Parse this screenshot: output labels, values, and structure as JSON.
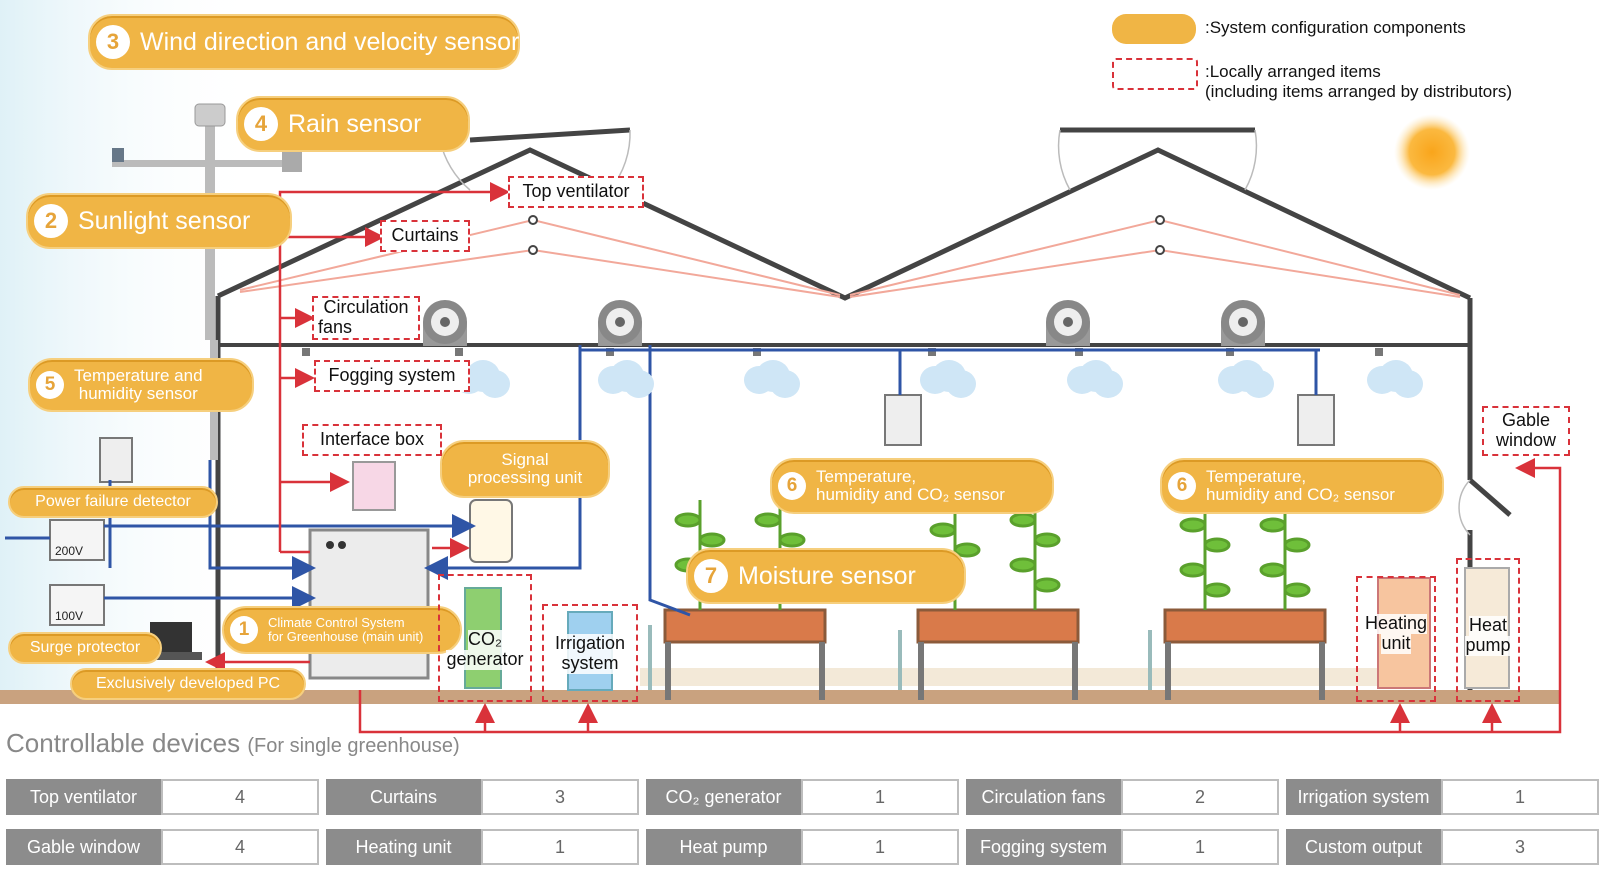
{
  "legend": {
    "system_label": ":System configuration components",
    "local_label_line1": ":Locally arranged items",
    "local_label_line2": "(including items arranged by distributors)"
  },
  "sensors": {
    "wind": {
      "num": "3",
      "label": "Wind direction and velocity sensor"
    },
    "rain": {
      "num": "4",
      "label": "Rain sensor"
    },
    "sunlight": {
      "num": "2",
      "label": "Sunlight sensor"
    },
    "temp_humidity": {
      "num": "5",
      "label_line1": "Temperature and",
      "label_line2": "humidity sensor"
    },
    "climate_control": {
      "num": "1",
      "label_line1": "Climate Control System",
      "label_line2": "for Greenhouse (main unit)"
    },
    "moisture": {
      "num": "7",
      "label": "Moisture sensor"
    },
    "co2_a": {
      "num": "6",
      "label_line1": "Temperature,",
      "label_line2": "humidity and CO₂ sensor"
    },
    "co2_b": {
      "num": "6",
      "label_line1": "Temperature,",
      "label_line2": "humidity and CO₂ sensor"
    }
  },
  "tags": {
    "power_failure": "Power failure detector",
    "surge": "Surge protector",
    "pc": "Exclusively developed PC",
    "signal_line1": "Signal",
    "signal_line2": "processing unit"
  },
  "local_items": {
    "top_ventilator": "Top ventilator",
    "curtains": "Curtains",
    "circulation_line1": "Circulation",
    "circulation_line2": "fans",
    "fogging": "Fogging system",
    "interface_box": "Interface box",
    "gable_line1": "Gable",
    "gable_line2": "window",
    "co2_line1": "CO₂",
    "co2_line2": "generator",
    "irrigation_line1": "Irrigation",
    "irrigation_line2": "system",
    "heating_line1": "Heating",
    "heating_line2": "unit",
    "heatpump_line1": "Heat",
    "heatpump_line2": "pump"
  },
  "outlets": {
    "v200": "200V",
    "v100": "100V"
  },
  "controllable": {
    "title": "Controllable devices",
    "subtitle": "(For single greenhouse)",
    "rows": [
      [
        {
          "name": "Top ventilator",
          "count": "4"
        },
        {
          "name": "Curtains",
          "count": "3"
        },
        {
          "name": "CO₂ generator",
          "count": "1"
        },
        {
          "name": "Circulation fans",
          "count": "2"
        },
        {
          "name": "Irrigation system",
          "count": "1"
        }
      ],
      [
        {
          "name": "Gable window",
          "count": "4"
        },
        {
          "name": "Heating unit",
          "count": "1"
        },
        {
          "name": "Heat pump",
          "count": "1"
        },
        {
          "name": "Fogging system",
          "count": "1"
        },
        {
          "name": "Custom output",
          "count": "3"
        }
      ]
    ]
  },
  "colors": {
    "pill": "#f0b545",
    "local_border": "#d9323a",
    "signal_line": "#2f55a6",
    "control_line": "#d9323a",
    "structure": "#444444",
    "sun": "#f7a81b",
    "cloud": "#cfe6f6",
    "table_header": "#8c8c8c"
  }
}
